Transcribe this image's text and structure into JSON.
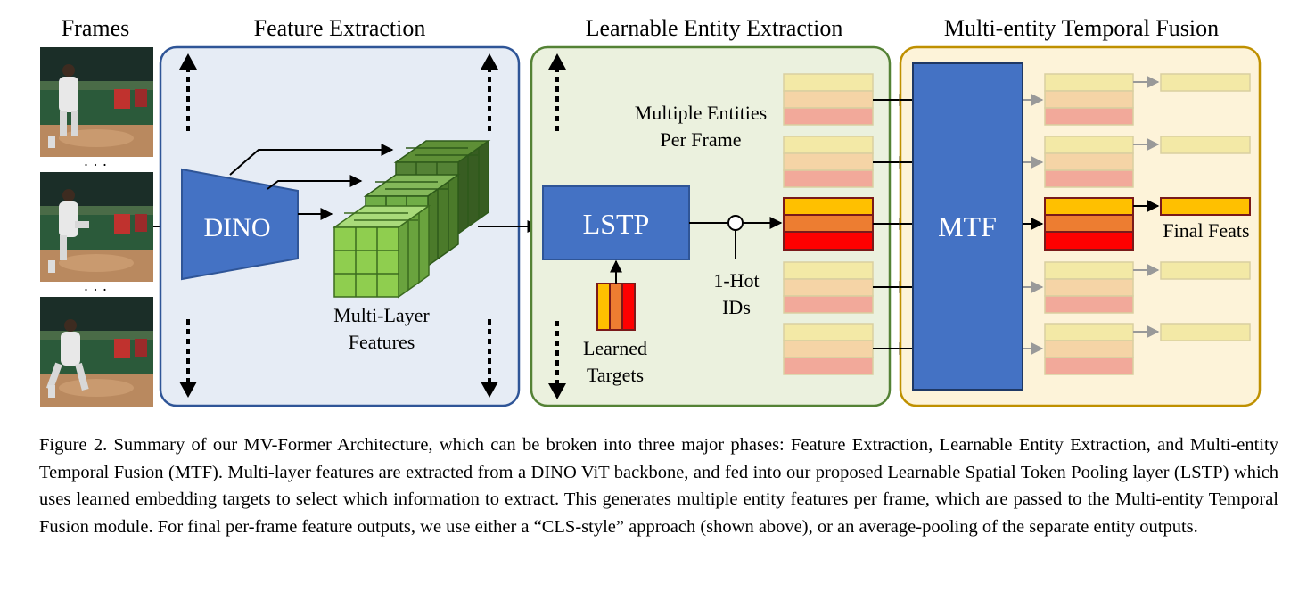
{
  "figure": {
    "titles": {
      "frames": "Frames",
      "feature_extraction": "Feature Extraction",
      "entity_extraction": "Learnable Entity Extraction",
      "temporal_fusion": "Multi-entity Temporal Fusion"
    },
    "frame_ellipsis": "· · ·",
    "dino_label": "DINO",
    "multi_layer_label": [
      "Multi-Layer",
      "Features"
    ],
    "lstp_label": "LSTP",
    "learned_targets_label": [
      "Learned",
      "Targets"
    ],
    "multiple_entities_label": [
      "Multiple Entities",
      "Per Frame"
    ],
    "one_hot_label": [
      "1-Hot",
      "IDs"
    ],
    "mtf_label": "MTF",
    "final_feats_label": "Final Feats",
    "colors": {
      "blue_box_fill": "#e6ecf5",
      "blue_box_stroke": "#2f5597",
      "green_box_fill": "#ebf1de",
      "green_box_stroke": "#548235",
      "yellow_box_fill": "#fdf3d9",
      "yellow_box_stroke": "#bf9000",
      "module_blue": "#4472c4",
      "cube_green": "#8fce4f",
      "entity_yellow": "#ffc000",
      "entity_orange": "#ed7d31",
      "entity_red": "#ff0000"
    }
  },
  "caption": {
    "label": "Figure 2.",
    "text": "Summary of our MV-Former Architecture, which can be broken into three major phases: Feature Extraction, Learnable Entity Extraction, and Multi-entity Temporal Fusion (MTF). Multi-layer features are extracted from a DINO ViT backbone, and fed into our proposed Learnable Spatial Token Pooling layer (LSTP) which uses learned embedding targets to select which information to extract. This generates multiple entity features per frame, which are passed to the Multi-entity Temporal Fusion module. For final per-frame feature outputs, we use either a “CLS-style” approach (shown above), or an average-pooling of the separate entity outputs."
  }
}
